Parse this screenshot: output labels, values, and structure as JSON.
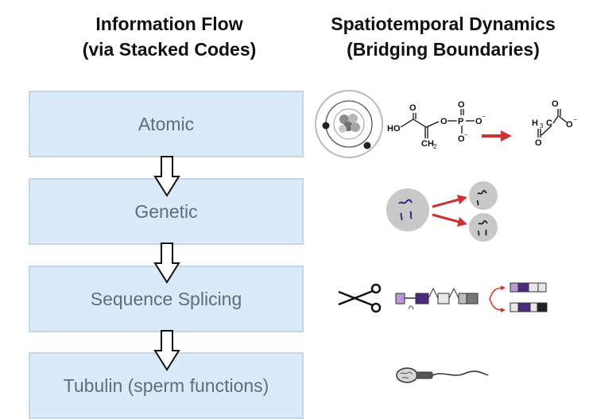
{
  "headings": {
    "left": [
      "Information Flow",
      "(via Stacked Codes)"
    ],
    "right": [
      "Spatiotemporal Dynamics",
      "(Bridging Boundaries)"
    ]
  },
  "levels": [
    "Atomic",
    "Genetic",
    "Sequence Splicing",
    "Tubulin (sperm functions)"
  ],
  "chemistry": {
    "ho": "HO",
    "o": "O",
    "p": "P",
    "ch2": "CH",
    "ch2_sub": "2",
    "ch3": "H",
    "ch3_sub": "3",
    "ch3_c": "C",
    "minus": "−"
  },
  "colors": {
    "box_fill": "#daeaf8",
    "box_border": "#c4d6e6",
    "box_text": "#5b6f82",
    "red_arrow": "#cc3333",
    "purple": "#6a3fa0",
    "light_purple": "#b79ad6"
  }
}
